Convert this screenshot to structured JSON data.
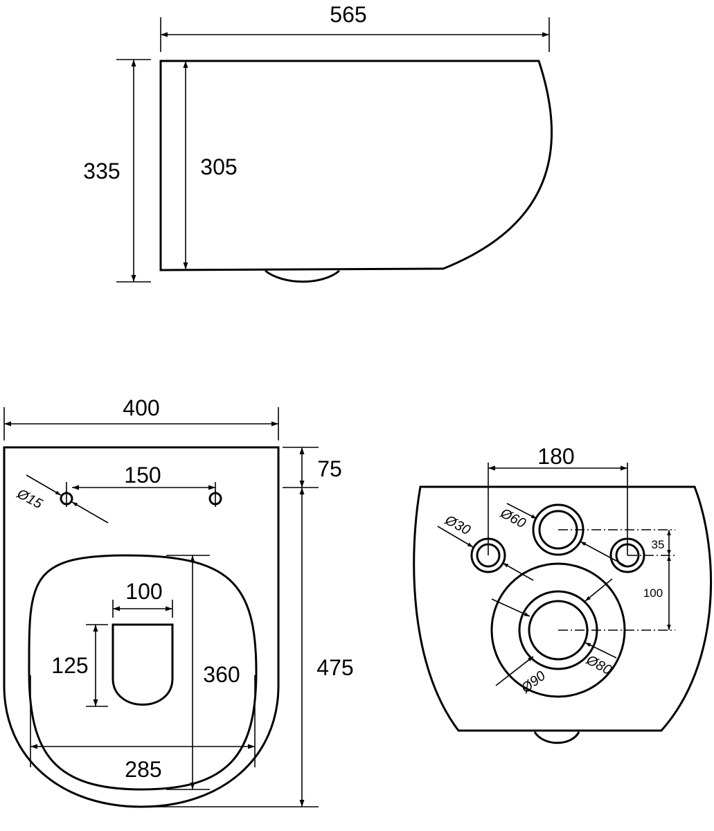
{
  "side_view": {
    "overall_length": "565",
    "overall_height": "335",
    "inner_height": "305"
  },
  "top_view": {
    "overall_width": "400",
    "rim_offset": "75",
    "overall_depth": "475",
    "bolt_spacing": "150",
    "bolt_diameter": "Ø15",
    "outlet_width": "100",
    "outlet_length": "125",
    "bowl_length": "360",
    "bowl_width": "285"
  },
  "rear_view": {
    "bolt_spacing": "180",
    "bolt_hole_diameter": "Ø30",
    "inlet_diameter": "Ø60",
    "inlet_offset": "35",
    "outlet_vertical_distance": "100",
    "outlet_inner_diameter": "Ø80",
    "outlet_outer_diameter": "Ø90"
  }
}
